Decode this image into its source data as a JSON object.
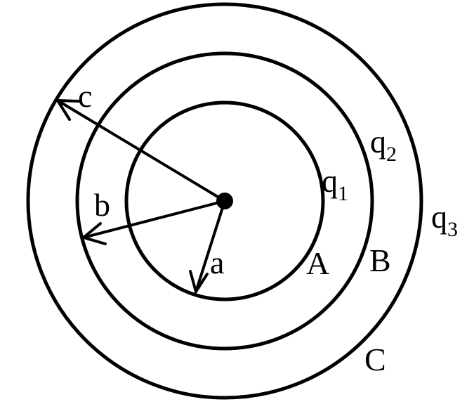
{
  "diagram": {
    "ink_color": "#000000",
    "background_color": "#ffffff",
    "radius_labels": {
      "inner": "a",
      "middle": "b",
      "outer": "c"
    },
    "shells": [
      {
        "name": "A",
        "charge_symbol": "q",
        "charge_subscript": "1"
      },
      {
        "name": "B",
        "charge_symbol": "q",
        "charge_subscript": "2"
      },
      {
        "name": "C",
        "charge_symbol": "q",
        "charge_subscript": "3"
      }
    ]
  }
}
